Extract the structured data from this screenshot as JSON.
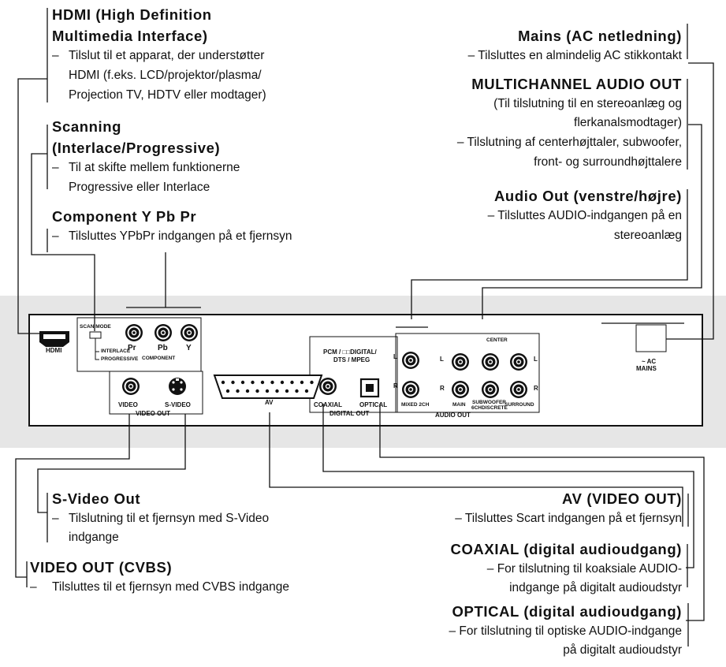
{
  "left": {
    "hdmi": {
      "title1": "HDMI (High Definition",
      "title2": "Multimedia Interface)",
      "dash": "–",
      "l1": "Tilslut til et apparat, der understøtter",
      "l2": "HDMI (f.eks. LCD/projektor/plasma/",
      "l3": "Projection TV, HDTV eller modtager)"
    },
    "scan": {
      "title1": "Scanning",
      "title2": "(Interlace/Progressive)",
      "dash": "–",
      "l1": "Til at skifte mellem funktionerne",
      "l2": "Progressive eller Interlace"
    },
    "component": {
      "title": "Component Y Pb Pr",
      "dash": "–",
      "l1": "Tilsluttes YPbPr indgangen på et fjernsyn"
    },
    "svideo": {
      "title": "S-Video Out",
      "dash": "–",
      "l1": "Tilslutning til et fjernsyn med S-Video",
      "l2": "indgange"
    },
    "cvbs": {
      "title": "VIDEO OUT (CVBS)",
      "dash": "–",
      "l1": "Tilsluttes til et fjernsyn med CVBS indgange"
    }
  },
  "right": {
    "mains": {
      "title": "Mains (AC netledning)",
      "l1": "– Tilsluttes en almindelig AC stikkontakt"
    },
    "multi": {
      "title": "MULTICHANNEL AUDIO OUT",
      "l1": "(Til tilslutning til en stereoanlæg og",
      "l2": "flerkanalsmodtager)",
      "l3": "– Tilslutning af centerhøjttaler, subwoofer,",
      "l4": "front- og surroundhøjttalere"
    },
    "audio": {
      "title": "Audio Out (venstre/højre)",
      "l1": "– Tilsluttes AUDIO-indgangen på en",
      "l2": "stereoanlæg"
    },
    "av": {
      "title": "AV (VIDEO OUT)",
      "l1": "– Tilsluttes Scart indgangen på et fjernsyn"
    },
    "coax": {
      "title": "COAXIAL (digital audioudgang)",
      "l1": "– For tilslutning til koaksiale AUDIO-",
      "l2": "indgange på digitalt audioudstyr"
    },
    "optical": {
      "title": "OPTICAL (digital audioudgang)",
      "l1": "– For tilslutning til optiske AUDIO-indgange",
      "l2": "på digitalt audioudstyr"
    }
  },
  "panel": {
    "hdmi": "HDMI",
    "scan_mode": "SCAN MODE",
    "interlace": "INTERLACE",
    "progressive": "PROGRESSIVE",
    "pr": "Pr",
    "pb": "Pb",
    "y": "Y",
    "component": "COMPONENT",
    "video": "VIDEO",
    "svideo": "S-VIDEO",
    "video_out": "VIDEO OUT",
    "av": "AV",
    "pcm1": "PCM / □□DIGITAL/",
    "pcm2": "DTS / MPEG",
    "coaxial": "COAXIAL",
    "optical": "OPTICAL",
    "digital_out": "DIGITAL OUT",
    "L": "L",
    "R": "R",
    "mixed": "MIXED 2CH",
    "center": "CENTER",
    "main": "MAIN",
    "sub1": "SUBWOOFER",
    "sub2": "6CHDISCRETE",
    "surround": "SURROUND",
    "audio_out": "AUDIO OUT",
    "ac1": "~ AC",
    "ac2": "MAINS"
  }
}
